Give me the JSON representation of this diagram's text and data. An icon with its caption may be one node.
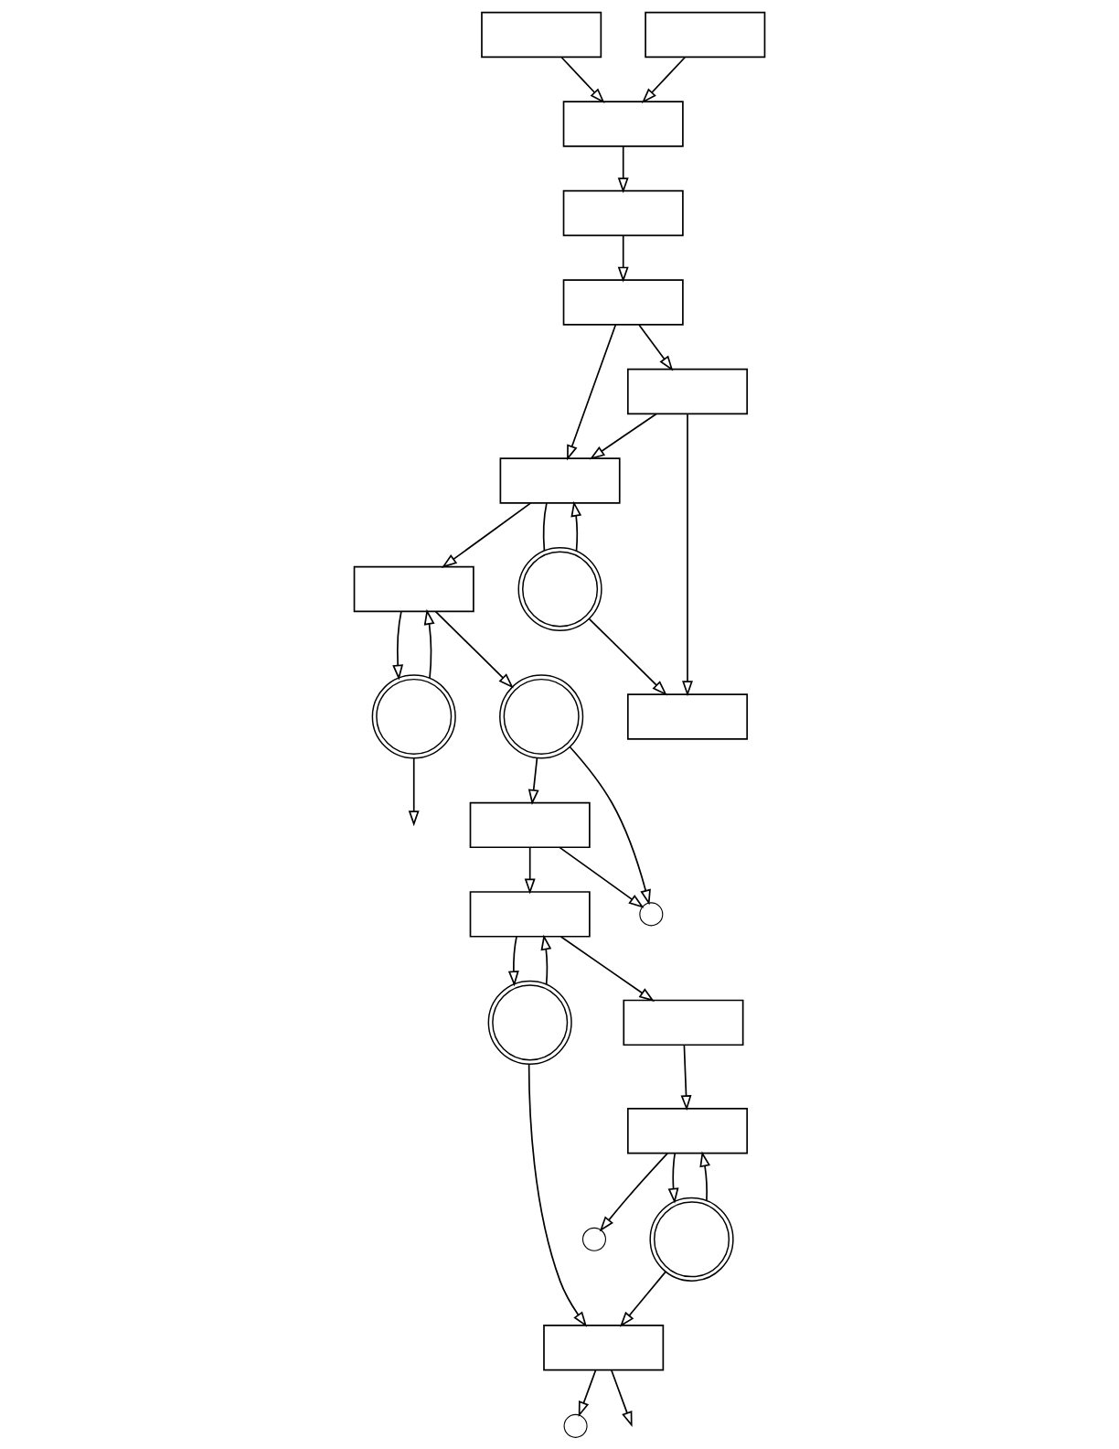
{
  "diagram": {
    "nodes": [
      {
        "text": [],
        "shape": "box"
      },
      {
        "text": [],
        "shape": "box"
      },
      {
        "text": [],
        "shape": "box"
      },
      {
        "text": [],
        "shape": "box"
      },
      {
        "text": [],
        "shape": "box"
      },
      {
        "text": [],
        "shape": "box"
      },
      {
        "text": [],
        "shape": "box"
      },
      {
        "text": [],
        "shape": "box"
      },
      {
        "text": [],
        "shape": "clock"
      },
      {
        "text": [],
        "shape": "clock"
      },
      {
        "text": [],
        "shape": "box"
      },
      {
        "text": [],
        "shape": "clock"
      },
      {
        "text": [],
        "shape": "box"
      },
      {
        "text": [],
        "shape": "box"
      },
      {
        "text": [],
        "shape": "circle"
      },
      {
        "text": [],
        "shape": "clock"
      },
      {
        "text": [],
        "shape": "box"
      },
      {
        "text": [],
        "shape": "box"
      },
      {
        "text": [],
        "shape": "box"
      },
      {
        "text": [],
        "shape": "circle"
      },
      {
        "text": [],
        "shape": "circle"
      },
      {
        "text": [],
        "shape": "clock"
      }
    ],
    "edges": [
      {
        "from": 0,
        "to": 2,
        "arrow": "to"
      },
      {
        "from": 1,
        "to": 2,
        "arrow": "to"
      },
      {
        "from": 2,
        "to": 3,
        "arrow": "to"
      },
      {
        "from": 3,
        "to": 4,
        "arrow": "to"
      },
      {
        "from": 4,
        "to": 5,
        "arrow": "to"
      },
      {
        "from": 4,
        "to": 7,
        "arrow": "to"
      },
      {
        "from": 5,
        "to": 7,
        "arrow": "to"
      },
      {
        "from": 5,
        "to": 10,
        "arrow": "to"
      },
      {
        "from": 7,
        "to": 6,
        "arrow": "to"
      },
      {
        "from": 6,
        "to": 8,
        "arrow": "to"
      },
      {
        "from": 8,
        "to": 6,
        "arrow": "to"
      },
      {
        "from": 8,
        "to": null,
        "arrow": "to"
      },
      {
        "from": 6,
        "to": 11,
        "arrow": "to"
      },
      {
        "from": 7,
        "to": 9,
        "arrow": "none"
      },
      {
        "from": 9,
        "to": 7,
        "arrow": "to"
      },
      {
        "from": 9,
        "to": 10,
        "arrow": "to"
      },
      {
        "from": 11,
        "to": 12,
        "arrow": "to"
      },
      {
        "from": 11,
        "to": 14,
        "arrow": "to"
      },
      {
        "from": 12,
        "to": 13,
        "arrow": "to"
      },
      {
        "from": 12,
        "to": 14,
        "arrow": "to"
      },
      {
        "from": 13,
        "to": 16,
        "arrow": "to"
      },
      {
        "from": 13,
        "to": 15,
        "arrow": "to"
      },
      {
        "from": 15,
        "to": 13,
        "arrow": "to"
      },
      {
        "from": 15,
        "to": 18,
        "arrow": "to"
      },
      {
        "from": 16,
        "to": 17,
        "arrow": "to"
      },
      {
        "from": 17,
        "to": 20,
        "arrow": "to"
      },
      {
        "from": 17,
        "to": 21,
        "arrow": "to"
      },
      {
        "from": 21,
        "to": 17,
        "arrow": "to"
      },
      {
        "from": 21,
        "to": 18,
        "arrow": "to"
      },
      {
        "from": 18,
        "to": 19,
        "arrow": "to"
      },
      {
        "from": 18,
        "to": null,
        "arrow": "to"
      }
    ]
  }
}
